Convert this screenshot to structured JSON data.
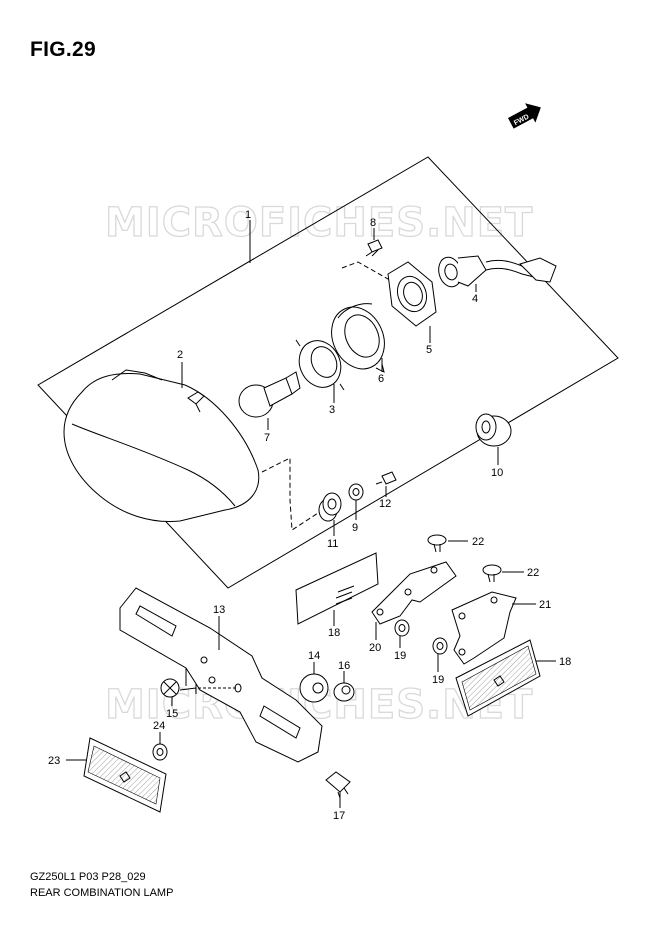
{
  "figure": {
    "title": "FIG.29",
    "code": "GZ250L1 P03 P28_029",
    "caption": "REAR COMBINATION LAMP"
  },
  "watermark": {
    "text": "MICROFICHES.NET"
  },
  "fwd_badge": {
    "text": "FWD"
  },
  "callouts": {
    "c1": "1",
    "c2": "2",
    "c3": "3",
    "c4": "4",
    "c5": "5",
    "c6": "6",
    "c7": "7",
    "c8": "8",
    "c9": "9",
    "c10": "10",
    "c11": "11",
    "c12": "12",
    "c13": "13",
    "c14": "14",
    "c15": "15",
    "c16": "16",
    "c17": "17",
    "c18a": "18",
    "c18b": "18",
    "c19a": "19",
    "c19b": "19",
    "c20": "20",
    "c21": "21",
    "c22a": "22",
    "c22b": "22",
    "c23": "23",
    "c24": "24"
  }
}
